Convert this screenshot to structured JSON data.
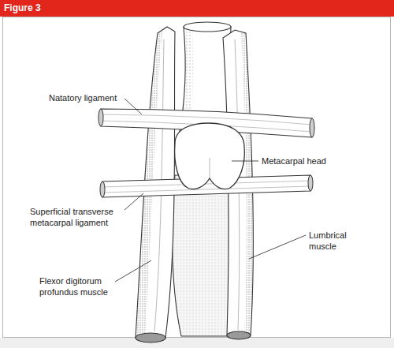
{
  "diagram": {
    "title": "Figure 3",
    "labels": [
      "Natatory ligament",
      "Metacarpal head",
      "Superficial transverse metacarpal ligament",
      "Lumbrical muscle",
      "Flexor digitorum profundus muscle"
    ]
  }
}
